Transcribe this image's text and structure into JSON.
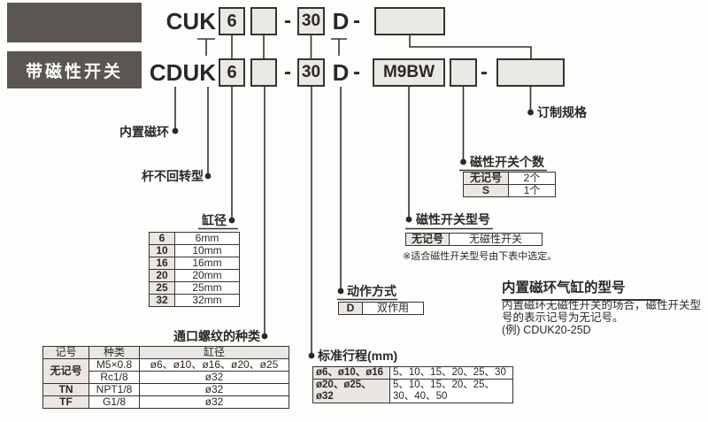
{
  "colors": {
    "dark_box": "#5b5651",
    "code_box_fill": "#ebe9e6",
    "line": "#37332f",
    "shaded_cell": "#e9e6e3"
  },
  "header": {
    "box1_label": "",
    "box2_label": "带磁性开关"
  },
  "order_code": {
    "row1": {
      "prefix": "CUK",
      "bore": "6",
      "thread": "",
      "dash1": "-",
      "stroke": "30",
      "action": "D",
      "dash2": "-",
      "suffix": ""
    },
    "row2": {
      "prefix": "CDUK",
      "bore": "6",
      "thread": "",
      "dash1": "-",
      "stroke": "30",
      "action": "D",
      "dash2": "-",
      "switch_model": "M9BW",
      "switch_qty": "",
      "dash3": "-",
      "suffix": ""
    }
  },
  "callouts": {
    "built_in_magnet": "内置磁环",
    "non_rotating_rod": "杆不回转型",
    "bore": "缸径",
    "port_thread": "通口螺纹的种类",
    "stroke": "标准行程(mm)",
    "action": "动作方式",
    "switch_model": "磁性开关型号",
    "switch_qty": "磁性开关个数",
    "made_to_order": "订制规格"
  },
  "tables": {
    "bore": {
      "rows": [
        {
          "code": "6",
          "value": "6mm"
        },
        {
          "code": "10",
          "value": "10mm"
        },
        {
          "code": "16",
          "value": "16mm"
        },
        {
          "code": "20",
          "value": "20mm"
        },
        {
          "code": "25",
          "value": "25mm"
        },
        {
          "code": "32",
          "value": "32mm"
        }
      ]
    },
    "port_thread": {
      "headers": [
        "记号",
        "种类",
        "缸径"
      ],
      "rows": [
        {
          "code": "无记号",
          "type": "M5×0.8",
          "bore": "ø6、ø10、ø16、ø20、ø25"
        },
        {
          "code": "",
          "type": "Rc1/8",
          "bore": "ø32"
        },
        {
          "code": "TN",
          "type": "NPT1/8",
          "bore": "ø32"
        },
        {
          "code": "TF",
          "type": "G1/8",
          "bore": "ø32"
        }
      ]
    },
    "stroke": {
      "rows": [
        {
          "bores": "ø6、ø10、ø16",
          "strokes": "5、10、15、20、25、30"
        },
        {
          "bores": "ø20、ø25、ø32",
          "strokes": "5、10、15、20、25、30、40、50"
        }
      ]
    },
    "action": {
      "code": "D",
      "value": "双作用"
    },
    "switch_model": {
      "code": "无记号",
      "value": "无磁性开关",
      "note": "※适合磁性开关型号由下表中选定。"
    },
    "switch_qty": {
      "rows": [
        {
          "code": "无记号",
          "value": "2个"
        },
        {
          "code": "S",
          "value": "1个"
        }
      ]
    }
  },
  "side_note": {
    "title": "内置磁环气缸的型号",
    "line1": "内置磁环无磁性开关的场合，磁性开关型",
    "line2": "号的表示记号为无记号。",
    "line3": "(例) CDUK20-25D"
  }
}
